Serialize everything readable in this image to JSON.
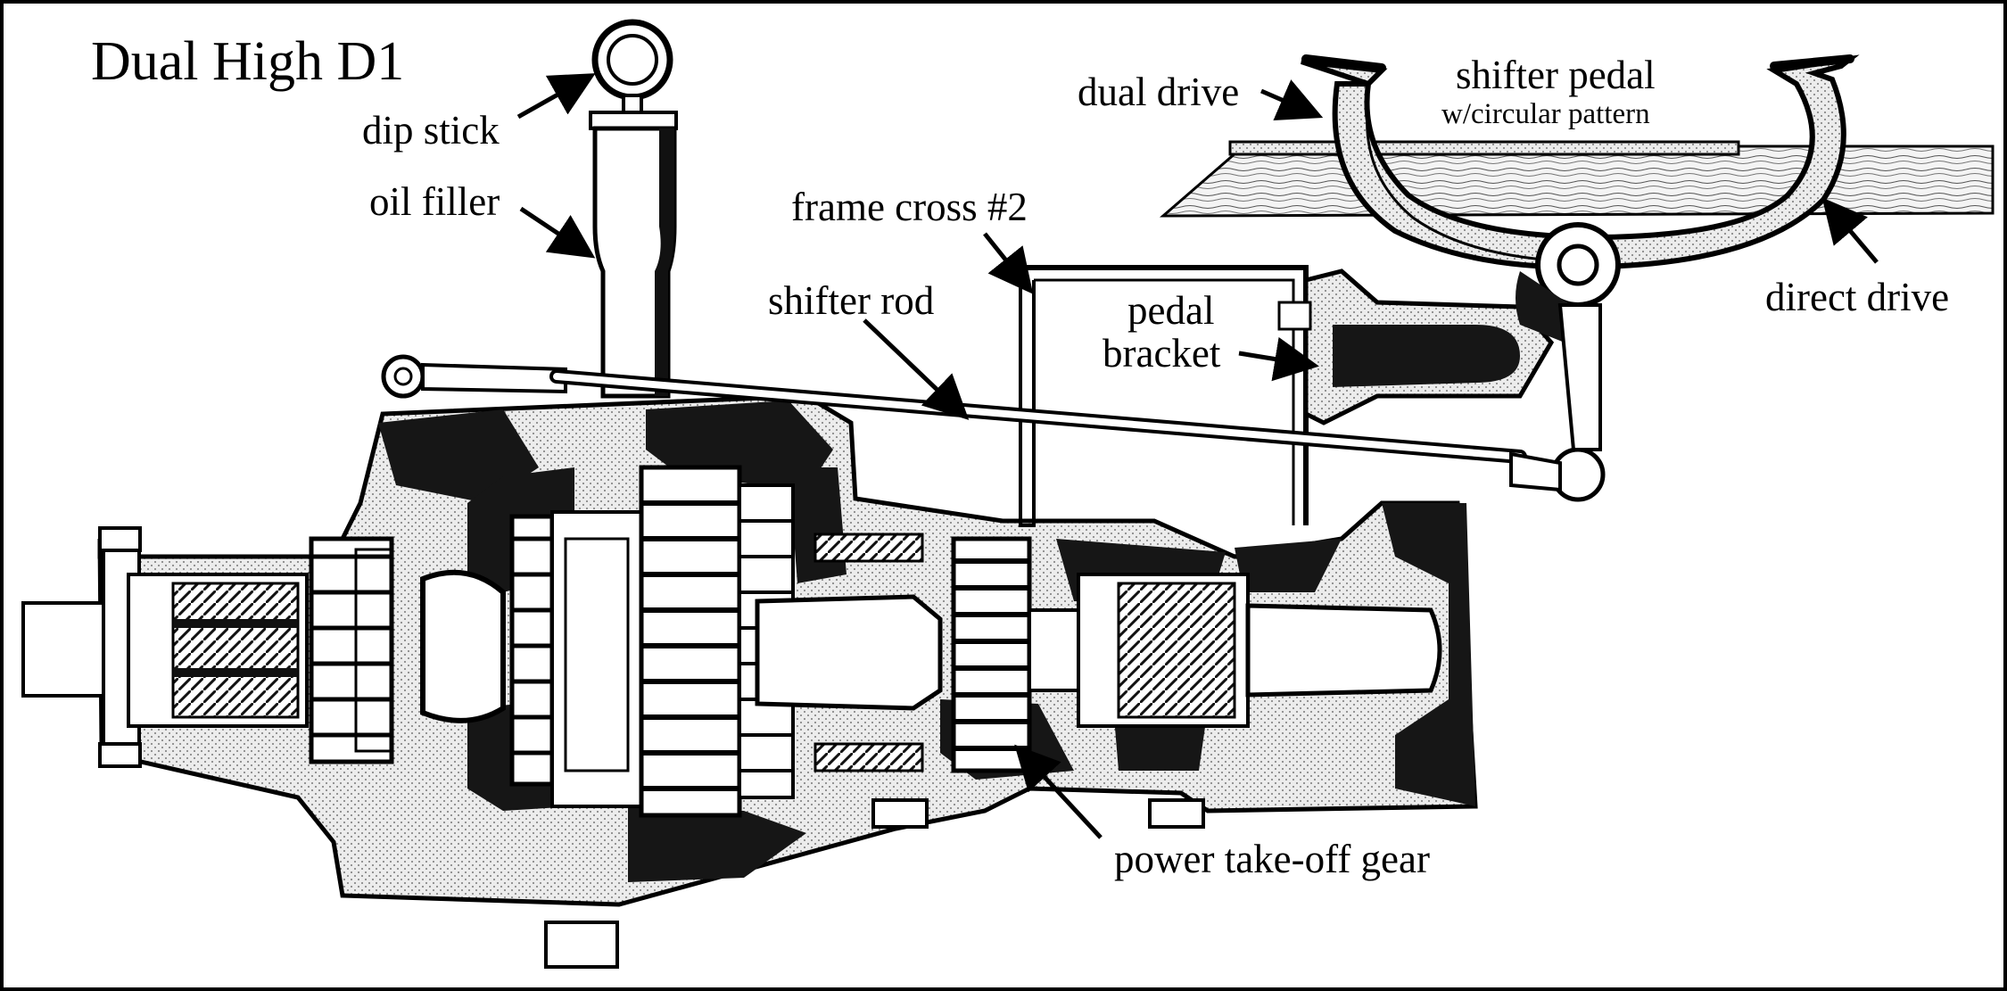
{
  "title": "Dual High D1",
  "labels": {
    "dip_stick": "dip stick",
    "oil_filler": "oil filler",
    "frame_cross": "frame cross #2",
    "shifter_rod": "shifter rod",
    "pedal_bracket_line1": "pedal",
    "pedal_bracket_line2": "bracket",
    "dual_drive": "dual drive",
    "shifter_pedal": "shifter pedal",
    "shifter_pedal_sub": "w/circular pattern",
    "direct_drive": "direct drive",
    "power_takeoff": "power take-off gear"
  },
  "colors": {
    "ink": "#000000",
    "paper": "#ffffff",
    "casting": "#e8e8e8",
    "solid": "#161616"
  }
}
